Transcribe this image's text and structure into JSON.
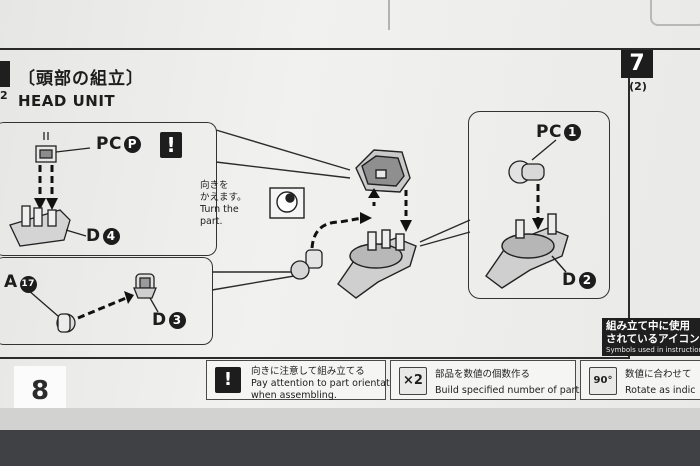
{
  "step": {
    "tag_sub": "2",
    "title_jp": "〔頭部の組立〕",
    "title_en": "HEAD UNIT"
  },
  "parts": {
    "pc_p": {
      "prefix": "PC",
      "mark": "P"
    },
    "pc_1": {
      "prefix": "PC",
      "mark": "1"
    },
    "d4": {
      "prefix": "D",
      "mark": "4"
    },
    "d3": {
      "prefix": "D",
      "mark": "3"
    },
    "d2": {
      "prefix": "D",
      "mark": "2"
    },
    "a17": {
      "prefix": "A",
      "mark": "17"
    }
  },
  "warning_mark": "!",
  "note": {
    "jp1": "向きを",
    "jp2": "かえます。",
    "en1": "Turn the",
    "en2": "part."
  },
  "next_step": {
    "num": "7",
    "sub": "(2)"
  },
  "side_note": {
    "l1": "組み立て中に使用",
    "l2": "されているアイコン",
    "l3": "Symbols used in instruction"
  },
  "footer": {
    "page": "8",
    "legend": [
      {
        "icon": "!",
        "jp": "向きに注意して組み立てる",
        "en1": "Pay attention to part orientation",
        "en2": "when assembling."
      },
      {
        "icon": "×2",
        "jp": "部品を数値の個数作る",
        "en1": "Build specified number of parts.",
        "en2": ""
      },
      {
        "icon": "90°",
        "jp": "数値に合わせて",
        "en1": "Rotate as indic",
        "en2": ""
      }
    ]
  },
  "colors": {
    "ink": "#1d1d1d",
    "paper": "#eeeeec",
    "table": "#3f4144"
  }
}
